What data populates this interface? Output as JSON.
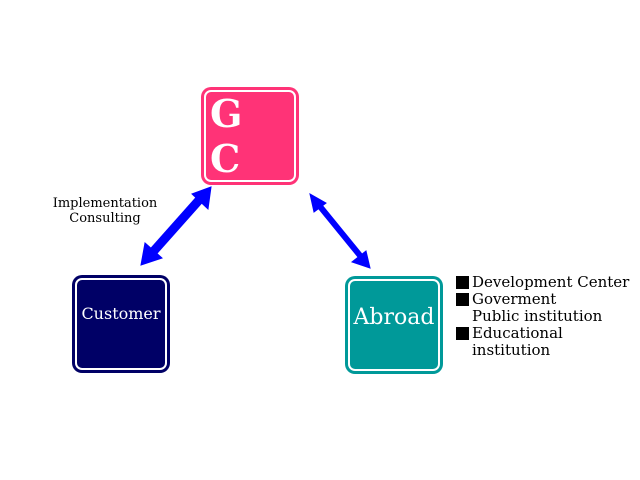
{
  "nodes": {
    "gc": {
      "label": "G C",
      "color": "#ff3377"
    },
    "customer": {
      "label": "Customer",
      "color": "#000066"
    },
    "abroad": {
      "label": "Abroad",
      "color": "#009999"
    }
  },
  "edges": {
    "gc_customer_label_line1": "Implementation",
    "gc_customer_label_line2": "Consulting",
    "arrow_color": "#0000ff"
  },
  "abroad_list": {
    "items": [
      "Development Center",
      "Goverment\nPublic institution",
      "Educational\ninstitution"
    ]
  }
}
